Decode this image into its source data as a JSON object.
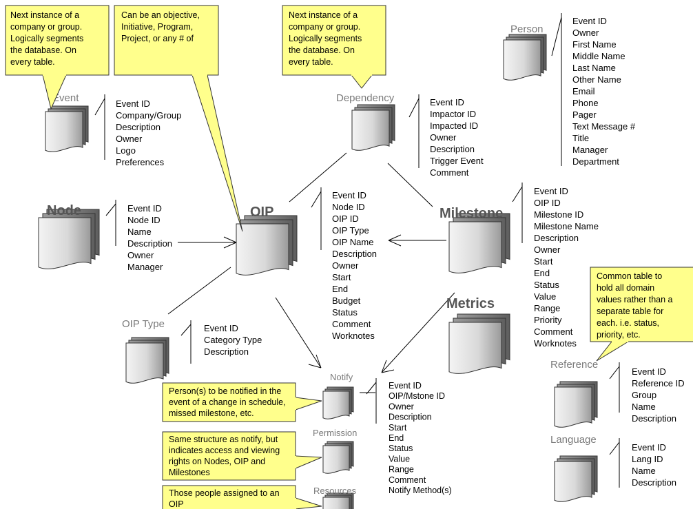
{
  "tables": {
    "event": {
      "name": "Event",
      "fields": [
        "Event ID",
        "Company/Group",
        "Description",
        "Owner",
        "Logo",
        "Preferences"
      ]
    },
    "dependency": {
      "name": "Dependency",
      "fields": [
        "Event ID",
        "Impactor ID",
        "Impacted ID",
        "Owner",
        "Description",
        "Trigger Event",
        "Comment"
      ]
    },
    "person": {
      "name": "Person",
      "fields": [
        "Event ID",
        "Owner",
        "First Name",
        "Middle Name",
        "Last Name",
        "Other Name",
        "Email",
        "Phone",
        "Pager",
        "Text Message #",
        "Title",
        "Manager",
        "Department"
      ]
    },
    "node": {
      "name": "Node",
      "fields": [
        "Event ID",
        "Node ID",
        "Name",
        "Description",
        "Owner",
        "Manager"
      ]
    },
    "oip": {
      "name": "OIP",
      "fields": [
        "Event ID",
        "Node ID",
        "OIP ID",
        "OIP Type",
        "OIP Name",
        "Description",
        "Owner",
        "Start",
        "End",
        "Budget",
        "Status",
        "Comment",
        "Worknotes"
      ]
    },
    "milestone": {
      "name": "Milestone",
      "fields": [
        "Event ID",
        "OIP ID",
        "Milestone ID",
        "Milestone Name",
        "Description",
        "Owner",
        "Start",
        "End",
        "Status",
        "Value",
        "Range",
        "Priority",
        "Comment",
        "Worknotes"
      ]
    },
    "metrics": {
      "name": "Metrics",
      "fields": []
    },
    "oip_type": {
      "name": "OIP Type",
      "fields": [
        "Event ID",
        "Category Type",
        "Description"
      ]
    },
    "notify": {
      "name": "Notify",
      "fields": [
        "Event ID",
        "OIP/Mstone ID",
        "Owner",
        "Description",
        "Start",
        "End",
        "Status",
        "Value",
        "Range",
        "Comment",
        "Notify Method(s)"
      ]
    },
    "permission": {
      "name": "Permission",
      "fields": []
    },
    "resources": {
      "name": "Resources",
      "fields": []
    },
    "reference": {
      "name": "Reference",
      "fields": [
        "Event ID",
        "Reference ID",
        "Group",
        "Name",
        "Description"
      ]
    },
    "language": {
      "name": "Language",
      "fields": [
        "Event ID",
        "Lang ID",
        "Name",
        "Description"
      ]
    }
  },
  "notes": {
    "event_note": [
      "Next instance of a",
      "company or group.",
      "Logically segments",
      "the database.  On",
      "every table."
    ],
    "oip_note": [
      "Can be an objective,",
      "Initiative, Program,",
      "Project, or any # of"
    ],
    "dependency_note": [
      "Next instance of a",
      "company or group.",
      "Logically segments",
      "the database.  On",
      "every table."
    ],
    "reference_note": [
      "Common table to",
      "hold all domain",
      "values rather than a",
      "separate table for",
      "each.  i.e. status,",
      "priority,  etc."
    ],
    "notify_note": [
      "Person(s) to be notified in the",
      "event of a change in schedule,",
      "missed milestone, etc."
    ],
    "permission_note": [
      "Same structure as notify, but",
      "indicates access and viewing",
      "rights on Nodes, OIP and",
      "Milestones"
    ],
    "resources_note": [
      "Those people assigned to an",
      "OIP"
    ]
  }
}
